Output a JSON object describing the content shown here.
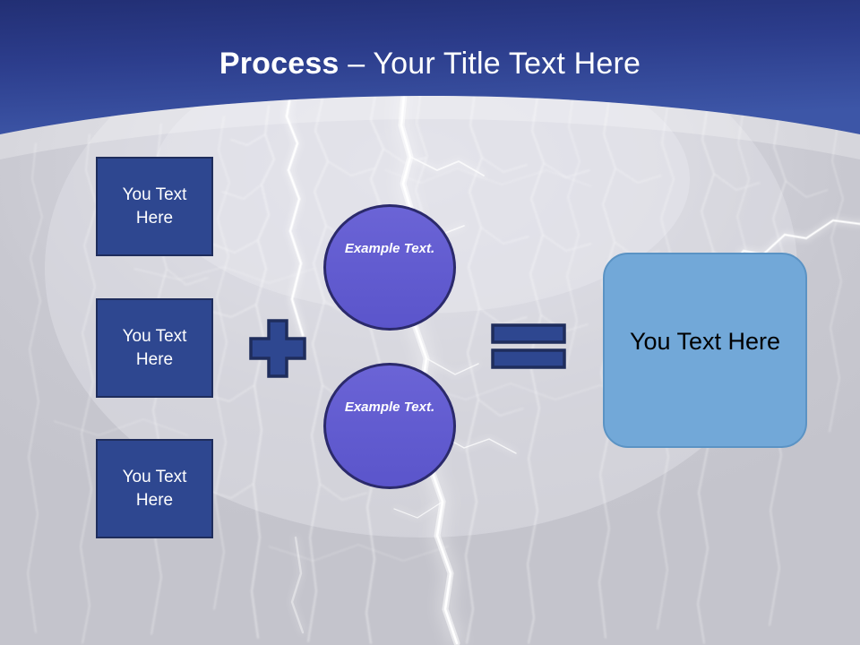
{
  "slide": {
    "title": {
      "bold_part": "Process",
      "separator": " – ",
      "rest": "Your Title Text Here",
      "full": "Process – Your Title Text Here"
    },
    "theme": {
      "header_blue_dark": "#27357e",
      "header_blue_light": "#3c55a5",
      "arc_band": "#97a0c9",
      "background_gray": "#c7c7cf",
      "box_fill": "#2e4790",
      "box_border": "#1f2d5c",
      "circle_fill": "#625cd0",
      "circle_border": "#2b2a6b",
      "result_fill": "#72a8d8",
      "result_border": "#5b93c4",
      "operator_fill": "#2e4790",
      "operator_border": "#1f2d5c",
      "title_text": "#ffffff",
      "result_text": "#000000"
    },
    "input_boxes": [
      {
        "line1": "You Text",
        "line2": "Here",
        "text": "You Text Here"
      },
      {
        "line1": "You Text",
        "line2": "Here",
        "text": "You Text Here"
      },
      {
        "line1": "You Text",
        "line2": "Here",
        "text": "You Text Here"
      }
    ],
    "circles": [
      {
        "line1": "Example",
        "line2": "Text.",
        "text": "Example Text."
      },
      {
        "line1": "Example",
        "line2": "Text.",
        "text": "Example Text."
      }
    ],
    "operators": {
      "plus": "+",
      "equals": "="
    },
    "result_box": {
      "text": "You Text Here"
    }
  }
}
